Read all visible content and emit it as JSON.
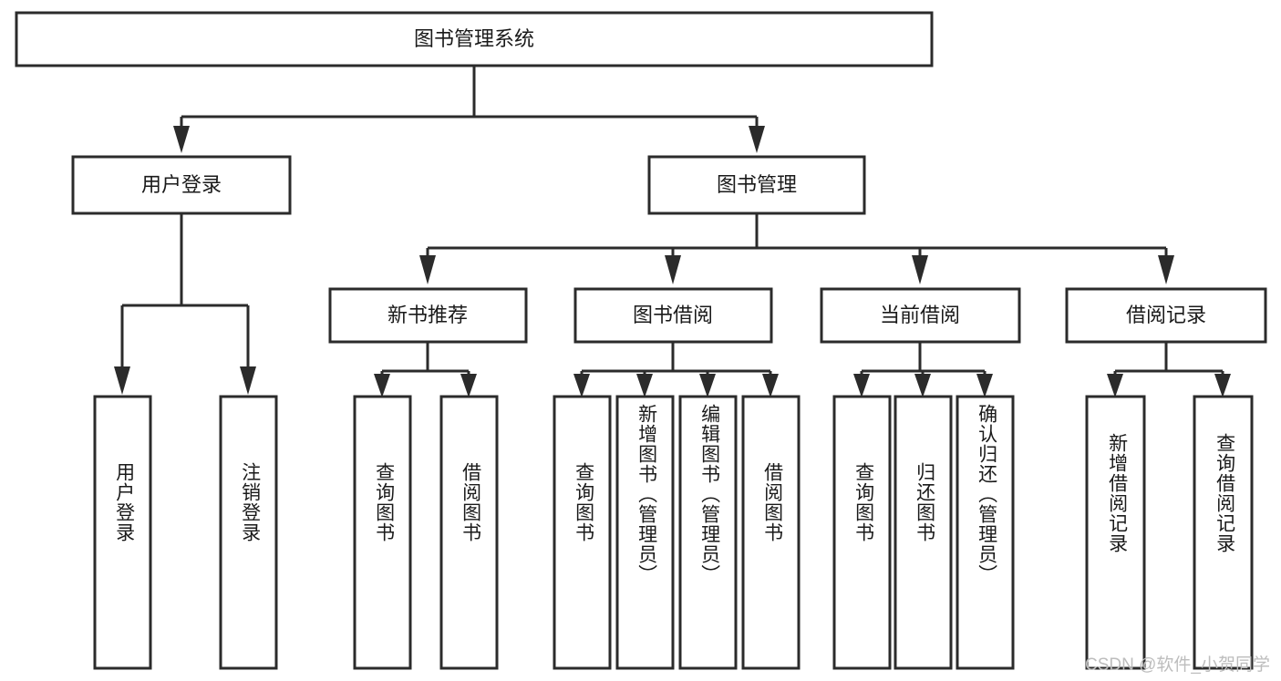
{
  "diagram": {
    "type": "tree-hierarchy",
    "title": "图书管理系统",
    "root": {
      "id": "root",
      "label": "图书管理系统",
      "orientation": "horizontal"
    },
    "level2": [
      {
        "id": "user-login",
        "label": "用户登录",
        "orientation": "horizontal"
      },
      {
        "id": "book-manage",
        "label": "图书管理",
        "orientation": "horizontal"
      }
    ],
    "level3": [
      {
        "id": "new-book-recommend",
        "label": "新书推荐",
        "parent": "book-manage",
        "orientation": "horizontal"
      },
      {
        "id": "book-borrow",
        "label": "图书借阅",
        "parent": "book-manage",
        "orientation": "horizontal"
      },
      {
        "id": "current-borrow",
        "label": "当前借阅",
        "parent": "book-manage",
        "orientation": "horizontal"
      },
      {
        "id": "borrow-record",
        "label": "借阅记录",
        "parent": "book-manage",
        "orientation": "horizontal"
      }
    ],
    "leaves": [
      {
        "id": "leaf-user-login",
        "label": "用户登录",
        "parent": "user-login",
        "orientation": "vertical"
      },
      {
        "id": "leaf-user-logout",
        "label": "注销登录",
        "parent": "user-login",
        "orientation": "vertical"
      },
      {
        "id": "leaf-query-book-1",
        "label": "查询图书",
        "parent": "new-book-recommend",
        "orientation": "vertical"
      },
      {
        "id": "leaf-borrow-book-1",
        "label": "借阅图书",
        "parent": "new-book-recommend",
        "orientation": "vertical"
      },
      {
        "id": "leaf-query-book-2",
        "label": "查询图书",
        "parent": "book-borrow",
        "orientation": "vertical"
      },
      {
        "id": "leaf-add-book",
        "label": "新增图书（管理员）",
        "parent": "book-borrow",
        "orientation": "vertical"
      },
      {
        "id": "leaf-edit-book",
        "label": "编辑图书（管理员）",
        "parent": "book-borrow",
        "orientation": "vertical"
      },
      {
        "id": "leaf-borrow-book-2",
        "label": "借阅图书",
        "parent": "book-borrow",
        "orientation": "vertical"
      },
      {
        "id": "leaf-query-book-3",
        "label": "查询图书",
        "parent": "current-borrow",
        "orientation": "vertical"
      },
      {
        "id": "leaf-return-book",
        "label": "归还图书",
        "parent": "current-borrow",
        "orientation": "vertical"
      },
      {
        "id": "leaf-confirm-return",
        "label": "确认归还（管理员）",
        "parent": "current-borrow",
        "orientation": "vertical"
      },
      {
        "id": "leaf-add-record",
        "label": "新增借阅记录",
        "parent": "borrow-record",
        "orientation": "vertical"
      },
      {
        "id": "leaf-query-record",
        "label": "查询借阅记录",
        "parent": "borrow-record",
        "orientation": "vertical"
      }
    ]
  },
  "watermark": {
    "text": "CSDN @软件_小贺同学"
  },
  "colors": {
    "stroke": "#2b2b2b",
    "fill": "#ffffff",
    "text": "#1a1a1a",
    "watermark": "#bdbdbd",
    "background": "#ffffff"
  }
}
